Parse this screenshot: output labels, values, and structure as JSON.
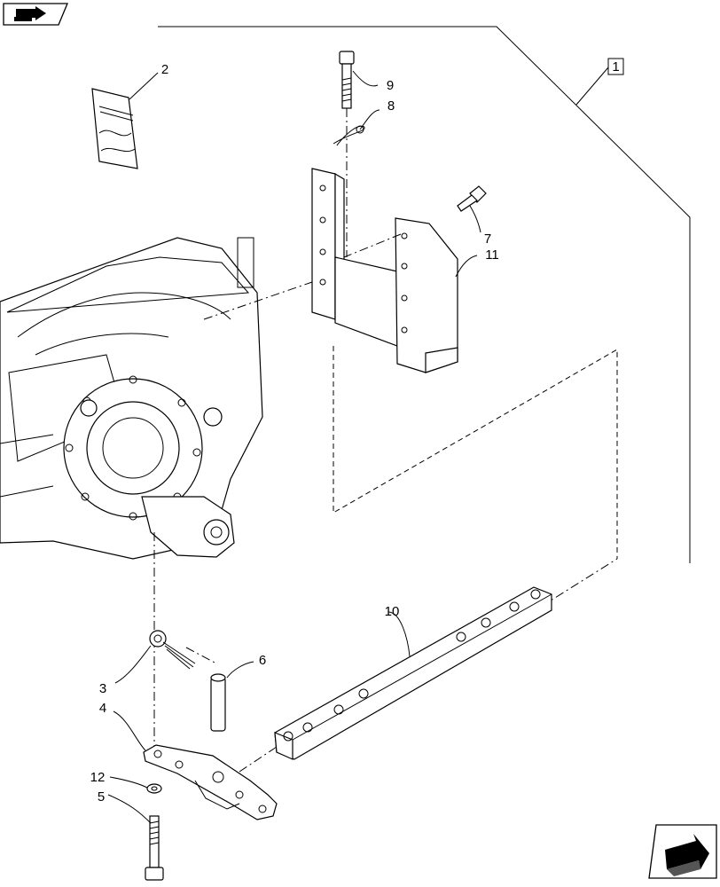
{
  "callouts": {
    "c1": "1",
    "c2": "2",
    "c3": "3",
    "c4": "4",
    "c5": "5",
    "c6": "6",
    "c7": "7",
    "c8": "8",
    "c9": "9",
    "c10": "10",
    "c11": "11",
    "c12": "12"
  },
  "icons": {
    "top_left": "book-nav-icon",
    "bottom_right": "arrow-nav-icon"
  }
}
